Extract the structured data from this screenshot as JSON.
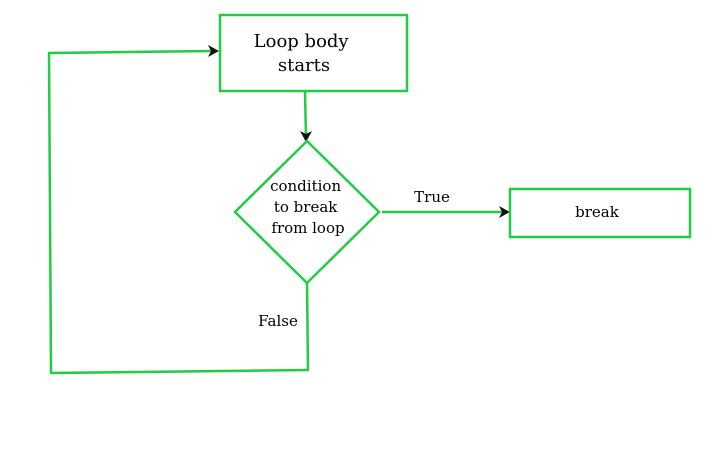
{
  "colors": {
    "stroke": "#22cc44",
    "arrow": "#111111",
    "text": "#000000",
    "background": "#ffffff"
  },
  "nodes": {
    "loop_body": {
      "lines": [
        "Loop body",
        "starts"
      ]
    },
    "condition": {
      "lines": [
        "condition",
        "to break",
        "from loop"
      ]
    },
    "break_box": {
      "lines": [
        "break"
      ]
    }
  },
  "edges": {
    "true_label": "True",
    "false_label": "False"
  }
}
